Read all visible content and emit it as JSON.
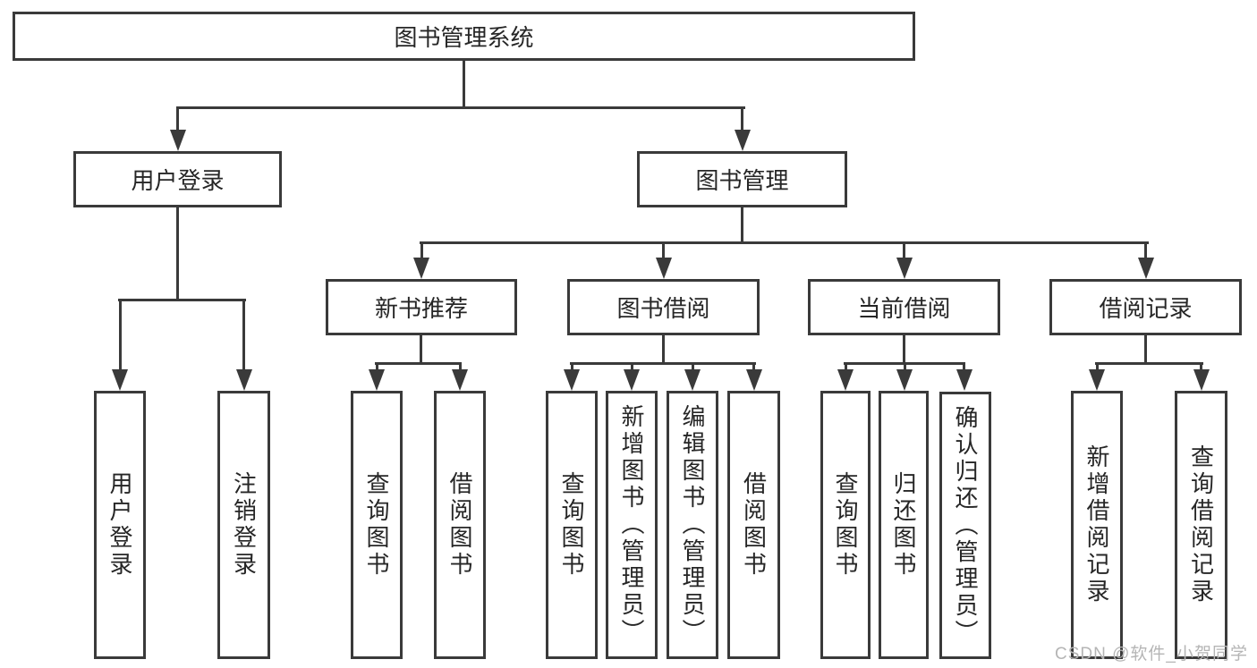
{
  "tree": {
    "root": {
      "label": "图书管理系统"
    },
    "branches": [
      {
        "label": "用户登录",
        "leaves": [
          {
            "label": "用户登录"
          },
          {
            "label": "注销登录"
          }
        ]
      },
      {
        "label": "图书管理",
        "groups": [
          {
            "label": "新书推荐",
            "leaves": [
              {
                "label": "查询图书"
              },
              {
                "label": "借阅图书"
              }
            ]
          },
          {
            "label": "图书借阅",
            "leaves": [
              {
                "label": "查询图书"
              },
              {
                "label": "新增图书（管理员）"
              },
              {
                "label": "编辑图书（管理员）"
              },
              {
                "label": "借阅图书"
              }
            ]
          },
          {
            "label": "当前借阅",
            "leaves": [
              {
                "label": "查询图书"
              },
              {
                "label": "归还图书"
              },
              {
                "label": "确认归还（管理员）"
              }
            ]
          },
          {
            "label": "借阅记录",
            "leaves": [
              {
                "label": "新增借阅记录"
              },
              {
                "label": "查询借阅记录"
              }
            ]
          }
        ]
      }
    ]
  },
  "watermark": {
    "text": "CSDN @软件_小贺同学"
  },
  "colors": {
    "line": "#3a3a3a",
    "text": "#262626",
    "box_background": "#ffffff",
    "watermark": "#b5b5b5"
  }
}
